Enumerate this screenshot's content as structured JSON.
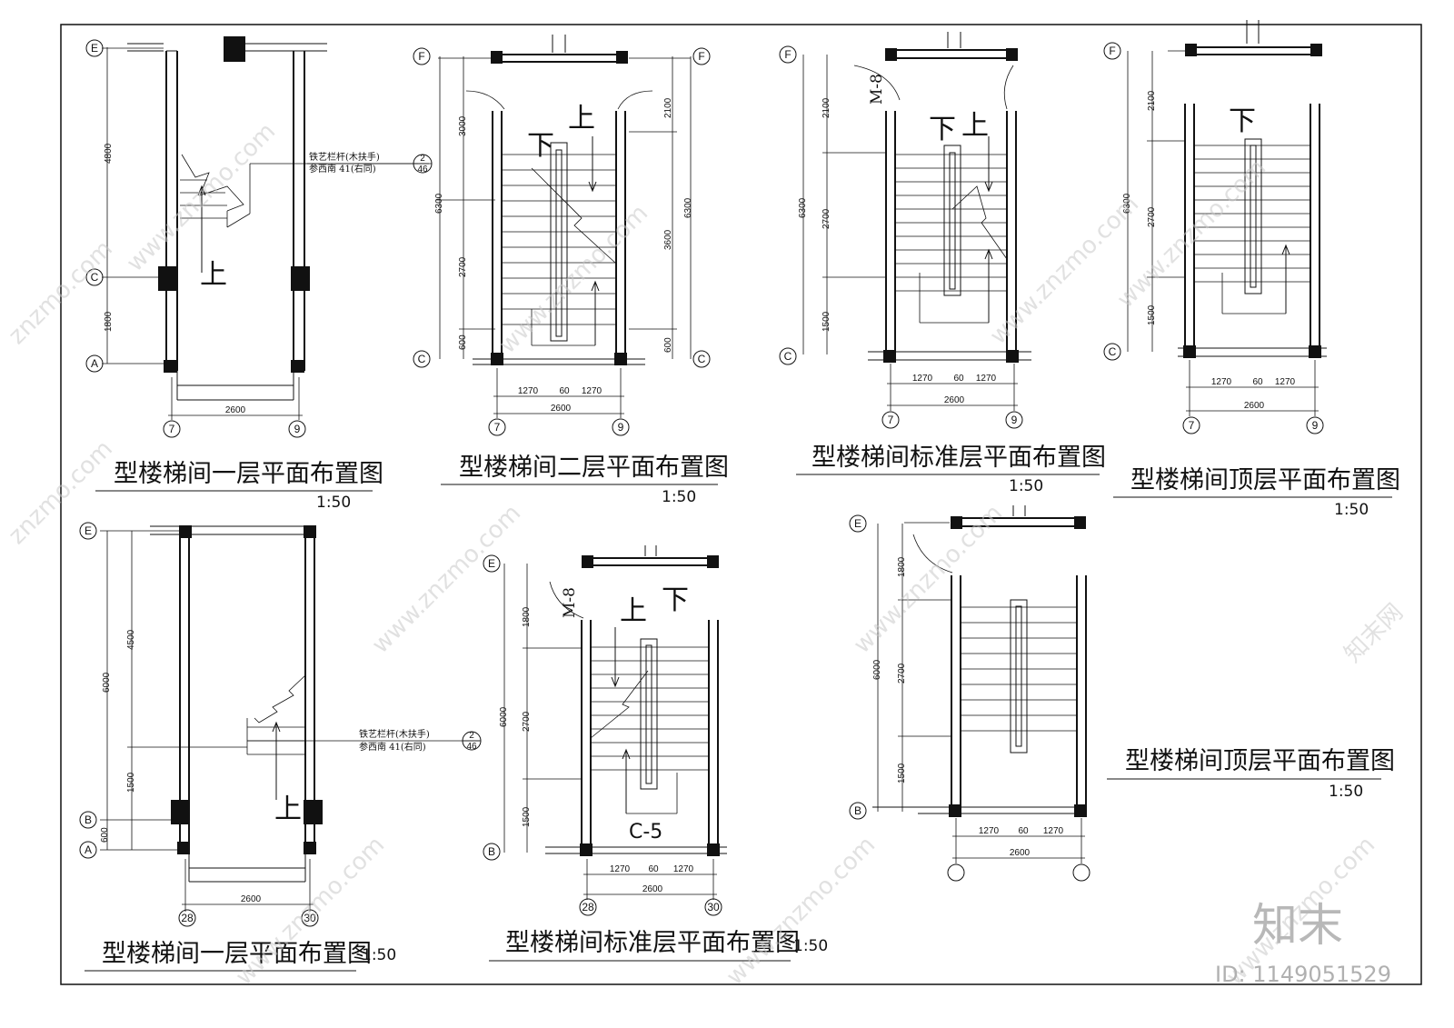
{
  "drawings": [
    {
      "title": "型楼梯间一层平面布置图",
      "scale": "1:50"
    },
    {
      "title": "型楼梯间二层平面布置图",
      "scale": "1:50"
    },
    {
      "title": "型楼梯间标准层平面布置图",
      "scale": "1:50"
    },
    {
      "title": "型楼梯间顶层平面布置图",
      "scale": "1:50"
    },
    {
      "title": "型楼梯间一层平面布置图",
      "scale": "1:50"
    },
    {
      "title": "型楼梯间标准层平面布置图",
      "scale": "1:50"
    },
    {
      "title": "型楼梯间顶层平面布置图",
      "scale": "1:50"
    }
  ],
  "grid_labels": {
    "p1": {
      "top": "E",
      "mid": "C",
      "bot": "A",
      "left": "7",
      "right": "9"
    },
    "p2": {
      "top": "F",
      "bot": "C",
      "left": "7",
      "right": "9"
    },
    "p3": {
      "top": "F",
      "bot": "C",
      "left": "7",
      "right": "9"
    },
    "p4": {
      "top": "F",
      "bot": "C",
      "left": "7",
      "right": "9"
    },
    "p5": {
      "top": "E",
      "mid": "B",
      "bot": "A",
      "left": "28",
      "right": "30"
    },
    "p6": {
      "top": "E",
      "bot": "B",
      "left": "28",
      "right": "30"
    },
    "p7": {
      "top": "E",
      "bot": "B"
    }
  },
  "dims": {
    "p1": {
      "top": "4800",
      "bot": "1800",
      "width": "2600"
    },
    "p2": {
      "total": "6300",
      "a": "3000",
      "b": "2700",
      "c": "600",
      "ra": "2100",
      "rb": "3600",
      "rc": "600",
      "w1": "1270",
      "w2": "60",
      "w3": "1270",
      "width": "2600"
    },
    "p3": {
      "total": "6300",
      "a": "2100",
      "b": "2700",
      "c": "1500",
      "w1": "1270",
      "w2": "60",
      "w3": "1270",
      "width": "2600"
    },
    "p4": {
      "total": "6300",
      "a": "2100",
      "b": "2700",
      "c": "1500",
      "w1": "1270",
      "w2": "60",
      "w3": "1270",
      "width": "2600"
    },
    "p5": {
      "total": "6000",
      "a": "4500",
      "b": "1500",
      "c": "600",
      "width": "2600"
    },
    "p6": {
      "total": "6000",
      "a": "1800",
      "b": "2700",
      "c": "1500",
      "w1": "1270",
      "w2": "60",
      "w3": "1270",
      "width": "2600"
    },
    "p7": {
      "total": "6000",
      "a": "1800",
      "b": "2700",
      "c": "1500",
      "w1": "1270",
      "w2": "60",
      "w3": "1270",
      "width": "2600"
    }
  },
  "notes": {
    "railing": "铁艺栏杆(木扶手)",
    "ref": "参西南  41(右同)",
    "callout_top": "2",
    "callout_bot": "46"
  },
  "marks": {
    "up": "上",
    "down": "下",
    "door": "M-8",
    "window": "C-5"
  },
  "watermark": {
    "text": "znzmo.com",
    "site": "www.znzmo.com",
    "brand_cn": "知末网"
  },
  "logo": "知末",
  "id_label": "ID: 1149051529"
}
